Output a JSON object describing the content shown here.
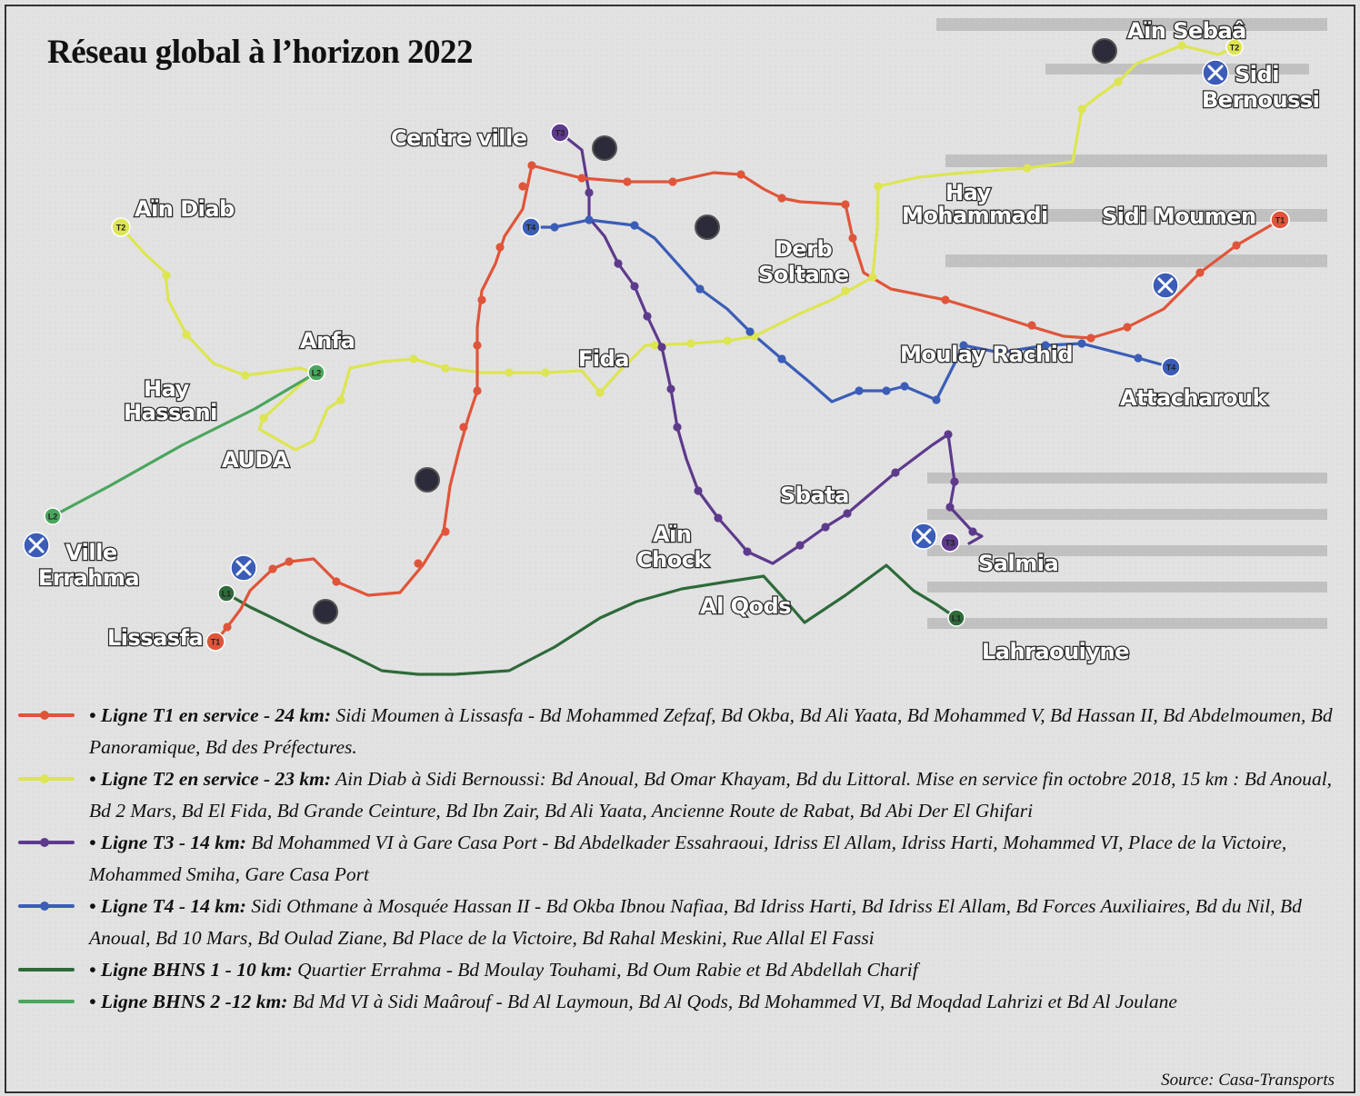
{
  "title": "Réseau global à l’horizon 2022",
  "colors": {
    "T1": "#e0553a",
    "T2": "#dde552",
    "T3": "#5e3a8c",
    "T4": "#3b5db7",
    "BHNS1": "#2e6a3a",
    "BHNS2": "#4aa65e"
  },
  "badges": {
    "T1": "T1",
    "T2": "T2",
    "T3": "T3",
    "T4": "T4",
    "BHNS1": "L1",
    "BHNS2": "L2"
  },
  "places": {
    "ain_sebaa": "Aïn Sebaâ",
    "sidi_bernoussi_1": "Sidi",
    "sidi_bernoussi_2": "Bernoussi",
    "centre_ville": "Centre ville",
    "ain_diab": "Aïn Diab",
    "hay_mohammadi_1": "Hay",
    "hay_mohammadi_2": "Mohammadi",
    "sidi_moumen": "Sidi Moumen",
    "derb_soltane_1": "Derb",
    "derb_soltane_2": "Soltane",
    "anfa": "Anfa",
    "fida": "Fida",
    "moulay_rachid": "Moulay Rachid",
    "hay_hassani_1": "Hay",
    "hay_hassani_2": "Hassani",
    "attacharouk": "Attacharouk",
    "auda": "AUDA",
    "sbata": "Sbata",
    "ain_chock_1": "Aïn",
    "ain_chock_2": "Chock",
    "ville_errahma_1": "Ville",
    "ville_errahma_2": "Errahma",
    "salmia": "Salmia",
    "al_qods": "Al Qods",
    "lissasfa": "Lissasfa",
    "lahraouiyne": "Lahraouiyne"
  },
  "legend": [
    {
      "head": "• Ligne T1 en service - 24 km:",
      "body": " Sidi Moumen à Lissasfa - Bd Mohammed Zefzaf, Bd Okba, Bd Ali Yaata, Bd Mohammed V, Bd Hassan II, Bd Abdelmoumen, Bd Panoramique, Bd des Préfectures.",
      "color": "#e0553a"
    },
    {
      "head": "• Ligne T2 en service - 23 km:",
      "body": " Ain Diab à Sidi Bernoussi: Bd Anoual, Bd Omar Khayam, Bd du Littoral. Mise en service fin octobre 2018, 15 km : Bd Anoual, Bd 2 Mars, Bd El Fida, Bd Grande Ceinture, Bd Ibn Zair, Bd Ali Yaata, Ancienne Route de Rabat, Bd Abi Der El Ghifari",
      "color": "#dde552"
    },
    {
      "head": "• Ligne T3 - 14 km:",
      "body": " Bd Mohammed VI à Gare Casa Port - Bd Abdelkader Essahraoui, Idriss El Allam, Idriss Harti, Mohammed VI, Place de la Victoire, Mohammed Smiha, Gare Casa Port",
      "color": "#5e3a8c"
    },
    {
      "head": "• Ligne T4 - 14 km:",
      "body": " Sidi Othmane à Mosquée Hassan II - Bd Okba Ibnou Nafiaa, Bd Idriss Harti, Bd Idriss El Allam, Bd Forces Auxiliaires, Bd du Nil, Bd Anoual, Bd 10 Mars, Bd Oulad Ziane, Bd Place de la Victoire, Bd Rahal Meskini, Rue Allal El Fassi",
      "color": "#3b5db7"
    },
    {
      "head": "• Ligne BHNS 1 - 10 km:",
      "body": " Quartier Errahma - Bd Moulay Touhami, Bd Oum Rabie et Bd Abdellah Charif",
      "color": "#2e6a3a"
    },
    {
      "head": "• Ligne BHNS 2 -12 km:",
      "body": " Bd Md VI à Sidi Maârouf - Bd Al Laymoun, Bd Al Qods, Bd Mohammed VI, Bd Moqdad Lahrizi et Bd Al Joulane",
      "color": "#4aa65e"
    }
  ],
  "source": "Source: Casa-Transports"
}
